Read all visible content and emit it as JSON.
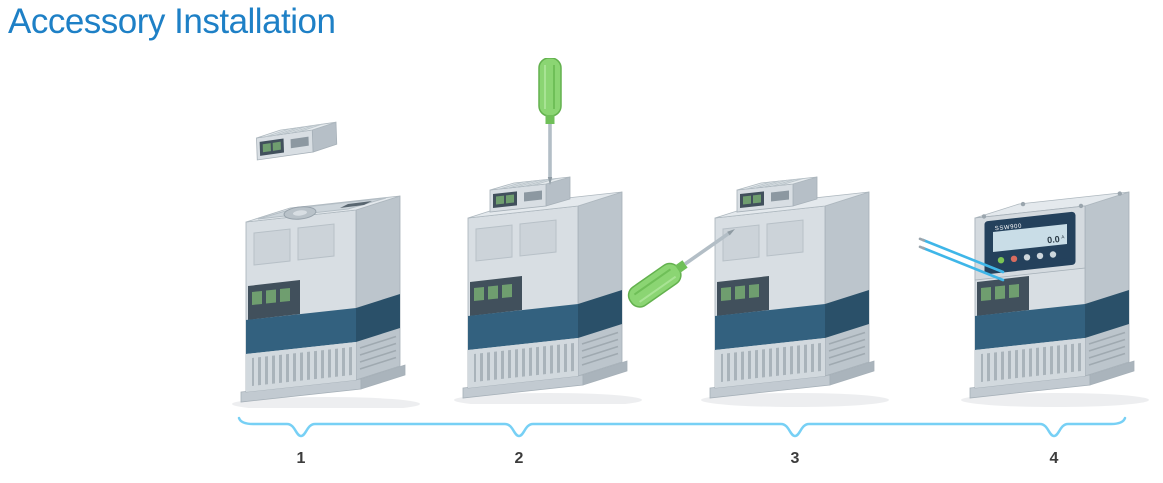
{
  "title": "Accessory Installation",
  "colors": {
    "title": "#1e80c6",
    "brace": "#77d0f5",
    "step_number": "#3c3c3c",
    "device_front": "#d8dee3",
    "device_band": "#33617f",
    "screwdriver": "#8bd573",
    "wire": "#3fb6e8"
  },
  "steps": [
    {
      "number": "1"
    },
    {
      "number": "2"
    },
    {
      "number": "3"
    },
    {
      "number": "4"
    }
  ],
  "device": {
    "brand_label": "SSW900",
    "display_value": "0.0",
    "display_unit": "A"
  }
}
